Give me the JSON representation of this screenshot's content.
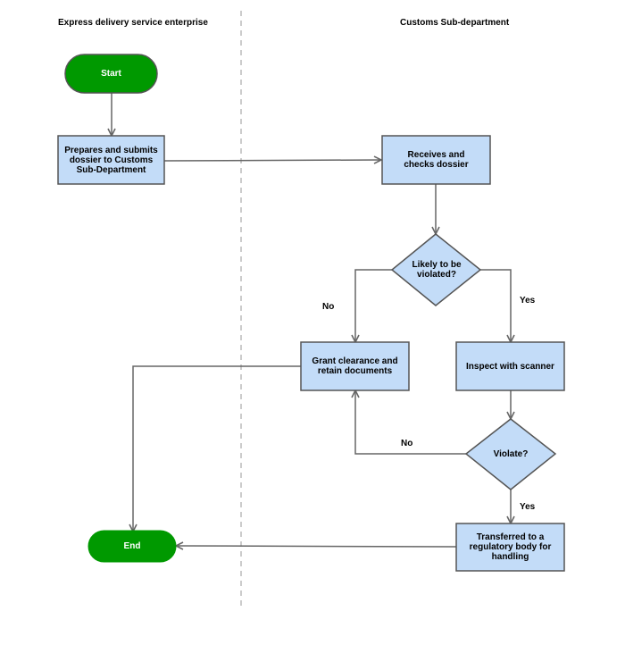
{
  "lanes": {
    "left_title": "Express delivery service enterprise",
    "right_title": "Customs Sub-department"
  },
  "nodes": {
    "start": "Start",
    "prepare": "Prepares and submits dossier to Customs Sub-Department",
    "receive": "Receives and checks dossier",
    "likely": "Likely to be violated?",
    "grant": "Grant clearance and retain documents",
    "inspect": "Inspect with scanner",
    "violate": "Violate?",
    "transfer": "Transferred to a regulatory body for handling",
    "end": "End"
  },
  "edge_labels": {
    "likely_no": "No",
    "likely_yes": "Yes",
    "violate_no": "No",
    "violate_yes": "Yes"
  },
  "colors": {
    "terminal_fill": "#009900",
    "process_fill": "#c3dcf8",
    "outline": "#555555",
    "connector": "#666666",
    "lane_divider": "#bbbbbb"
  }
}
